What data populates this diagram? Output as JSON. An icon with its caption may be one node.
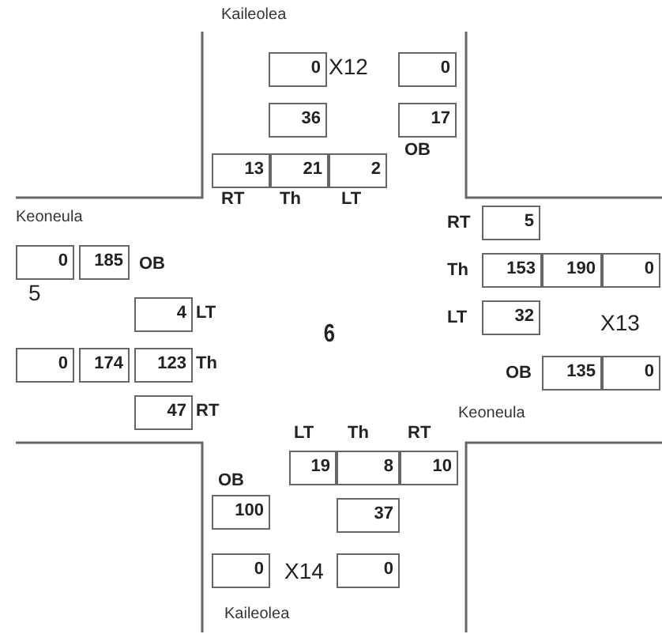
{
  "diagram": {
    "nodes": [
      {
        "text": [
          "0"
        ]
      },
      {
        "text": [
          "0"
        ]
      },
      {
        "text": [
          "36"
        ]
      },
      {
        "text": [
          "17"
        ]
      },
      {
        "text": [
          "13"
        ]
      },
      {
        "text": [
          "21"
        ]
      },
      {
        "text": [
          "2"
        ]
      },
      {
        "text": [
          "5"
        ]
      },
      {
        "text": [
          "0"
        ]
      },
      {
        "text": [
          "185"
        ]
      },
      {
        "text": [
          "153"
        ]
      },
      {
        "text": [
          "190"
        ]
      },
      {
        "text": [
          "0"
        ]
      },
      {
        "text": [
          "4"
        ]
      },
      {
        "text": [
          "32"
        ]
      },
      {
        "text": [
          "0"
        ]
      },
      {
        "text": [
          "174"
        ]
      },
      {
        "text": [
          "123"
        ]
      },
      {
        "text": [
          "135"
        ]
      },
      {
        "text": [
          "0"
        ]
      },
      {
        "text": [
          "47"
        ]
      },
      {
        "text": [
          "19"
        ]
      },
      {
        "text": [
          "8"
        ]
      },
      {
        "text": [
          "10"
        ]
      },
      {
        "text": [
          "100"
        ]
      },
      {
        "text": [
          "37"
        ]
      },
      {
        "text": [
          "0"
        ]
      },
      {
        "text": [
          "0"
        ]
      }
    ],
    "labels": [
      "Kaileolea",
      "X12",
      "OB",
      "RT",
      "Th",
      "LT",
      "Keoneula",
      "RT",
      "OB",
      "Th",
      "5",
      "LT",
      "LT",
      "X13",
      "6",
      "Th",
      "OB",
      "RT",
      "Keoneula",
      "LT",
      "Th",
      "RT",
      "OB",
      "X14",
      "Kaileolea"
    ]
  }
}
